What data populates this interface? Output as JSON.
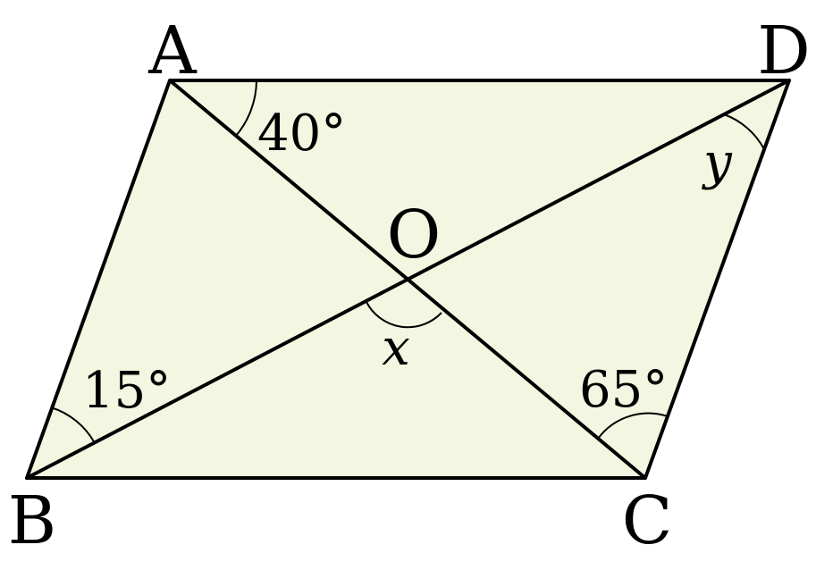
{
  "vertices": {
    "A": "A",
    "B": "B",
    "C": "C",
    "D": "D",
    "O": "O"
  },
  "angles": {
    "angle_DAC": "40°",
    "angle_ABD": "15°",
    "angle_ACB": "65°",
    "angle_x": "x",
    "angle_y": "y"
  },
  "colors": {
    "fill": "#f3f6e0",
    "stroke": "#000000"
  }
}
